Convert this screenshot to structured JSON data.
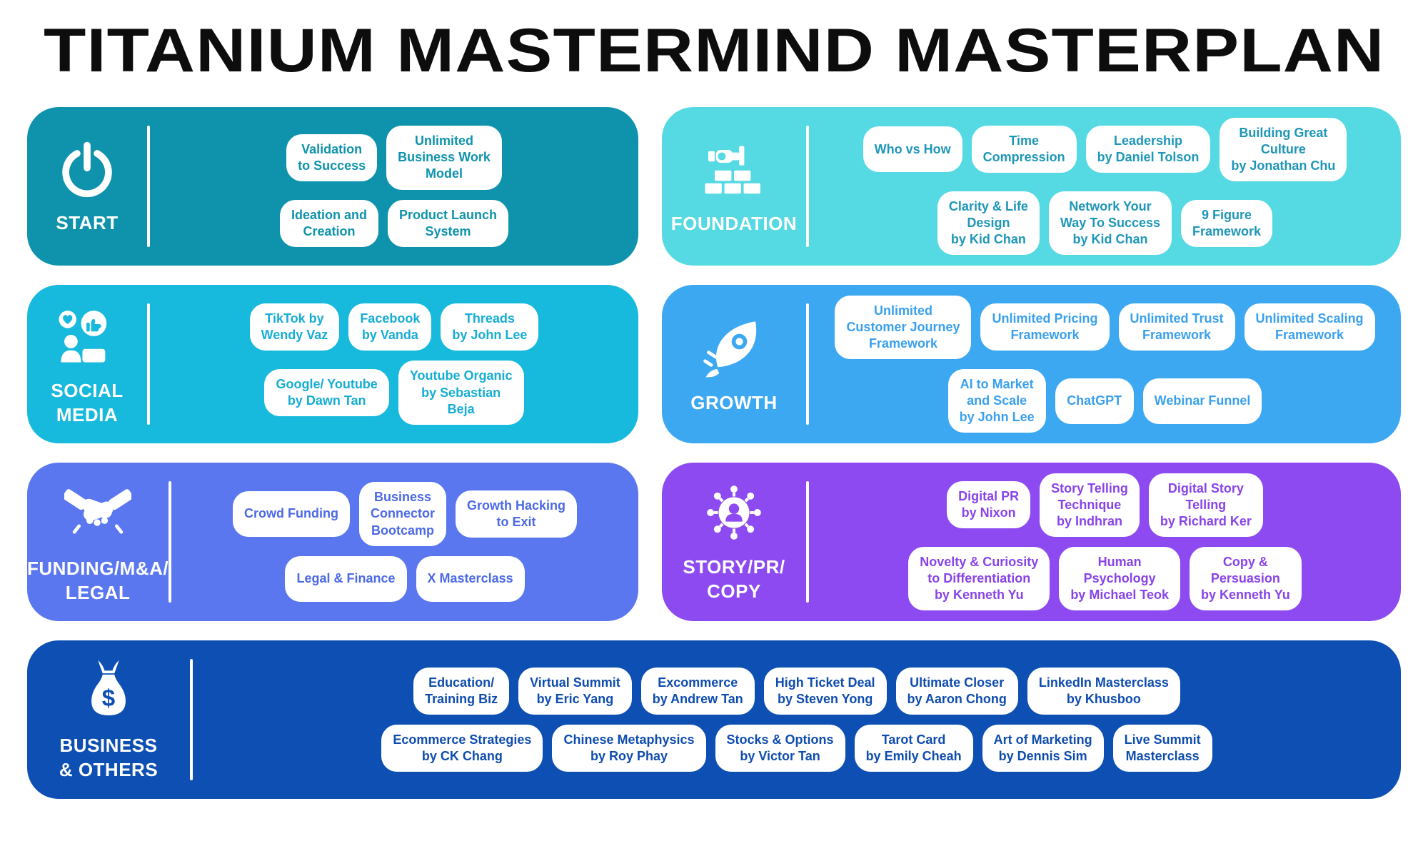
{
  "title": "TITANIUM MASTERMIND MASTERPLAN",
  "sections": {
    "start": {
      "title": "START",
      "icon": "power-icon",
      "bg": "#0f93ac",
      "text_color": "#0f93ac",
      "rows": [
        [
          "Validation\nto Success",
          "Unlimited\nBusiness Work\nModel"
        ],
        [
          "Ideation and\nCreation",
          "Product Launch\nSystem"
        ]
      ]
    },
    "foundation": {
      "title": "FOUNDATION",
      "icon": "bricklaying-icon",
      "bg": "#55d9e2",
      "text_color": "#1e96b8",
      "rows": [
        [
          "Who vs How",
          "Time\nCompression",
          "Leadership\nby Daniel Tolson",
          "Building Great\nCulture\nby Jonathan Chu"
        ],
        [
          "Clarity & Life\nDesign\nby Kid Chan",
          "Network Your\nWay To Success\nby Kid Chan",
          "9 Figure\nFramework"
        ]
      ]
    },
    "social": {
      "title": "SOCIAL MEDIA",
      "icon": "social-engagement-icon",
      "bg": "#17b9dd",
      "text_color": "#16add4",
      "rows": [
        [
          "TikTok by\nWendy Vaz",
          "Facebook\nby Vanda",
          "Threads\nby John Lee"
        ],
        [
          "Google/ Youtube\nby Dawn Tan",
          "Youtube Organic\nby Sebastian\nBeja"
        ]
      ]
    },
    "growth": {
      "title": "GROWTH",
      "icon": "rocket-icon",
      "bg": "#3da8f2",
      "text_color": "#3aa0ed",
      "rows": [
        [
          "Unlimited\nCustomer Journey\nFramework",
          "Unlimited Pricing\nFramework",
          "Unlimited Trust\nFramework",
          "Unlimited Scaling\nFramework"
        ],
        [
          "AI to Market\nand Scale\nby John Lee",
          "ChatGPT",
          "Webinar Funnel"
        ]
      ]
    },
    "funding": {
      "title": "FUNDING/M&A/\nLEGAL",
      "icon": "handshake-icon",
      "bg": "#5a77ef",
      "text_color": "#4c69e6",
      "rows": [
        [
          "Crowd Funding",
          "Business\nConnector\nBootcamp",
          "Growth Hacking\nto Exit"
        ],
        [
          "Legal & Finance",
          "X Masterclass"
        ]
      ]
    },
    "story": {
      "title": "STORY/PR/\nCOPY",
      "icon": "network-person-icon",
      "bg": "#8d4af0",
      "text_color": "#8844e8",
      "rows": [
        [
          "Digital PR\nby Nixon",
          "Story Telling\nTechnique\nby Indhran",
          "Digital Story\nTelling\nby Richard Ker"
        ],
        [
          "Novelty & Curiosity\nto Differentiation\nby Kenneth Yu",
          "Human\nPsychology\nby Michael Teok",
          "Copy &\nPersuasion\nby Kenneth Yu"
        ]
      ]
    },
    "business": {
      "title": "BUSINESS\n& OTHERS",
      "icon": "money-bag-icon",
      "bg": "#0d4fb2",
      "text_color": "#0e4cae",
      "rows": [
        [
          "Education/\nTraining Biz",
          "Virtual Summit\nby Eric Yang",
          "Excommerce\nby Andrew Tan",
          "High Ticket Deal\nby Steven Yong",
          "Ultimate Closer\nby Aaron Chong",
          "LinkedIn Masterclass\nby Khusboo"
        ],
        [
          "Ecommerce Strategies\nby CK Chang",
          "Chinese Metaphysics\nby Roy Phay",
          "Stocks & Options\nby Victor Tan",
          "Tarot Card\nby Emily Cheah",
          "Art of Marketing\nby Dennis Sim",
          "Live Summit\nMasterclass"
        ]
      ]
    }
  }
}
